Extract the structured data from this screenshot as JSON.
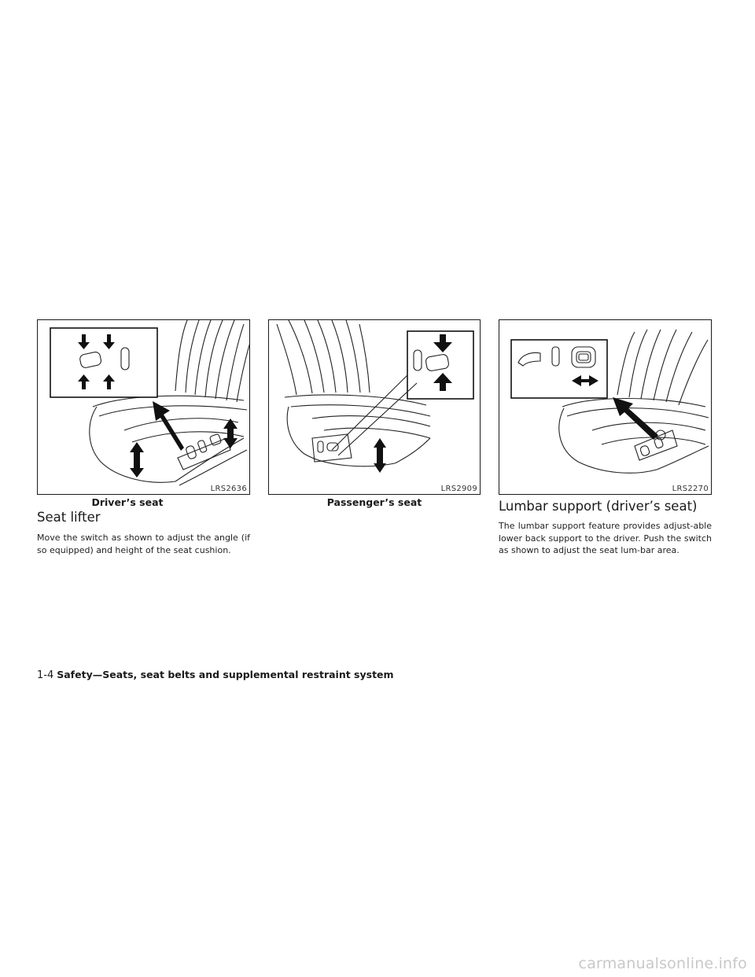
{
  "figures": [
    {
      "code": "LRS2636",
      "caption": "Driver’s seat"
    },
    {
      "code": "LRS2909",
      "caption": "Passenger’s seat"
    },
    {
      "code": "LRS2270",
      "caption": ""
    }
  ],
  "sections": {
    "seat_lifter": {
      "heading": "Seat lifter",
      "body": "Move the switch as shown to adjust the angle (if so equipped) and height of the seat cushion."
    },
    "lumbar": {
      "heading": "Lumbar support (driver’s seat)",
      "body": "The lumbar support feature provides adjust-able lower back support to the driver. Push the switch as shown to adjust the seat lum-bar area."
    }
  },
  "footer": {
    "page": "1-4",
    "section": "Safety—Seats, seat belts and supplemental restraint system"
  },
  "watermark": "carmanualsonline.info"
}
